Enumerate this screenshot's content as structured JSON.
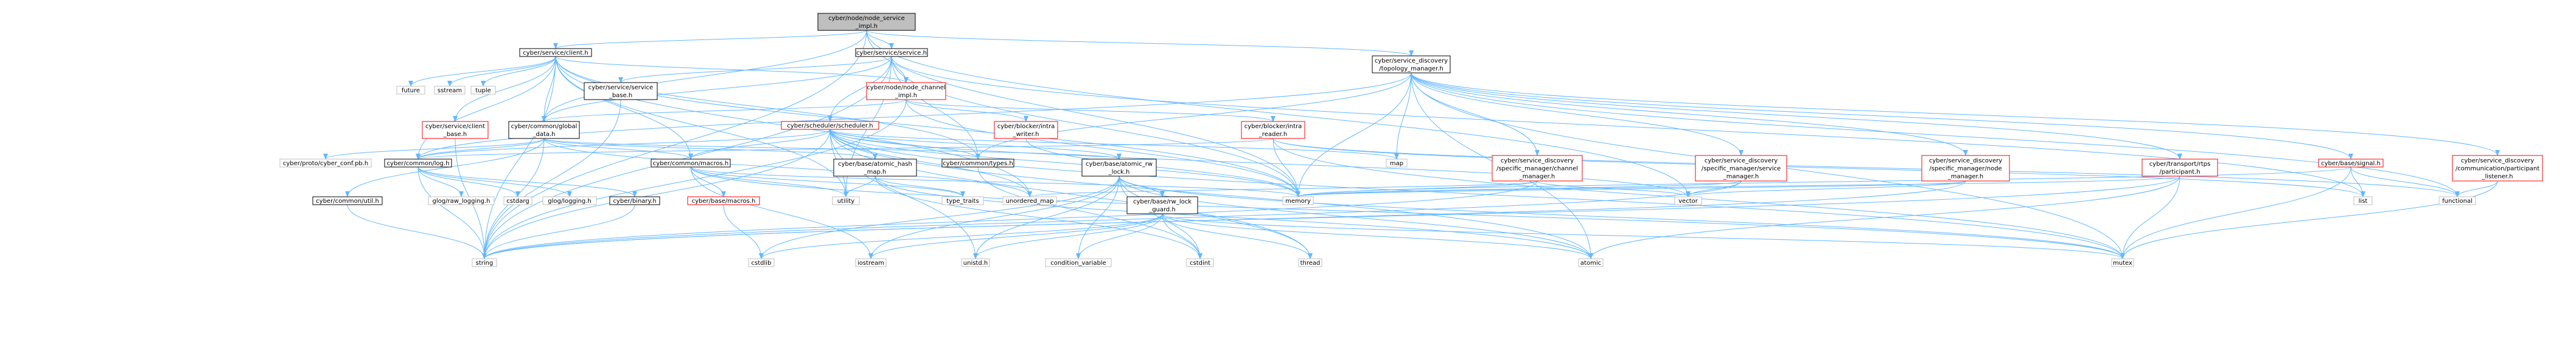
{
  "diagram": {
    "nodes": [
      {
        "id": "root",
        "lines": [
          "cyber/node/node_service",
          "_impl.h"
        ],
        "style": "root"
      },
      {
        "id": "client",
        "lines": [
          "cyber/service/client.h"
        ],
        "style": "normal"
      },
      {
        "id": "service",
        "lines": [
          "cyber/service/service.h"
        ],
        "style": "normal"
      },
      {
        "id": "topology",
        "lines": [
          "cyber/service_discovery",
          "/topology_manager.h"
        ],
        "style": "normal"
      },
      {
        "id": "future",
        "lines": [
          "future"
        ],
        "style": "gray"
      },
      {
        "id": "sstream",
        "lines": [
          "sstream"
        ],
        "style": "gray"
      },
      {
        "id": "tuple",
        "lines": [
          "tuple"
        ],
        "style": "gray"
      },
      {
        "id": "service_base",
        "lines": [
          "cyber/service/service",
          "_base.h"
        ],
        "style": "normal"
      },
      {
        "id": "node_channel",
        "lines": [
          "cyber/node/node_channel",
          "_impl.h"
        ],
        "style": "red"
      },
      {
        "id": "client_base",
        "lines": [
          "cyber/service/client",
          "_base.h"
        ],
        "style": "red"
      },
      {
        "id": "global_data",
        "lines": [
          "cyber/common/global",
          "_data.h"
        ],
        "style": "normal"
      },
      {
        "id": "scheduler",
        "lines": [
          "cyber/scheduler/scheduler.h"
        ],
        "style": "red"
      },
      {
        "id": "intra_writer",
        "lines": [
          "cyber/blocker/intra",
          "_writer.h"
        ],
        "style": "red"
      },
      {
        "id": "intra_reader",
        "lines": [
          "cyber/blocker/intra",
          "_reader.h"
        ],
        "style": "red"
      },
      {
        "id": "proto_conf",
        "lines": [
          "cyber/proto/cyber_conf.pb.h"
        ],
        "style": "gray"
      },
      {
        "id": "log",
        "lines": [
          "cyber/common/log.h"
        ],
        "style": "normal"
      },
      {
        "id": "macros",
        "lines": [
          "cyber/common/macros.h"
        ],
        "style": "normal"
      },
      {
        "id": "atomic_hash",
        "lines": [
          "cyber/base/atomic_hash",
          "_map.h"
        ],
        "style": "normal"
      },
      {
        "id": "atomic_rw",
        "lines": [
          "cyber/base/atomic_rw",
          "_lock.h"
        ],
        "style": "normal"
      },
      {
        "id": "types",
        "lines": [
          "cyber/common/types.h"
        ],
        "style": "normal"
      },
      {
        "id": "map",
        "lines": [
          "map"
        ],
        "style": "gray"
      },
      {
        "id": "ch_manager",
        "lines": [
          "cyber/service_discovery",
          "/specific_manager/channel",
          "_manager.h"
        ],
        "style": "red"
      },
      {
        "id": "svc_manager",
        "lines": [
          "cyber/service_discovery",
          "/specific_manager/service",
          "_manager.h"
        ],
        "style": "red"
      },
      {
        "id": "node_manager",
        "lines": [
          "cyber/service_discovery",
          "/specific_manager/node",
          "_manager.h"
        ],
        "style": "red"
      },
      {
        "id": "participant",
        "lines": [
          "cyber/transport/rtps",
          "/participant.h"
        ],
        "style": "red"
      },
      {
        "id": "signal",
        "lines": [
          "cyber/base/signal.h"
        ],
        "style": "red"
      },
      {
        "id": "part_listener",
        "lines": [
          "cyber/service_discovery",
          "/communication/participant",
          "_listener.h"
        ],
        "style": "red"
      },
      {
        "id": "util",
        "lines": [
          "cyber/common/util.h"
        ],
        "style": "normal"
      },
      {
        "id": "glog_raw",
        "lines": [
          "glog/raw_logging.h"
        ],
        "style": "gray"
      },
      {
        "id": "cstdarg",
        "lines": [
          "cstdarg"
        ],
        "style": "gray"
      },
      {
        "id": "glog_logging",
        "lines": [
          "glog/logging.h"
        ],
        "style": "gray"
      },
      {
        "id": "binary",
        "lines": [
          "cyber/binary.h"
        ],
        "style": "normal"
      },
      {
        "id": "base_macros",
        "lines": [
          "cyber/base/macros.h"
        ],
        "style": "red"
      },
      {
        "id": "utility",
        "lines": [
          "utility"
        ],
        "style": "gray"
      },
      {
        "id": "type_traits",
        "lines": [
          "type_traits"
        ],
        "style": "gray"
      },
      {
        "id": "unordered_map",
        "lines": [
          "unordered_map"
        ],
        "style": "gray"
      },
      {
        "id": "rw_lock_guard",
        "lines": [
          "cyber/base/rw_lock",
          "_guard.h"
        ],
        "style": "normal"
      },
      {
        "id": "memory",
        "lines": [
          "memory"
        ],
        "style": "gray"
      },
      {
        "id": "vector",
        "lines": [
          "vector"
        ],
        "style": "gray"
      },
      {
        "id": "list",
        "lines": [
          "list"
        ],
        "style": "gray"
      },
      {
        "id": "functional",
        "lines": [
          "functional"
        ],
        "style": "gray"
      },
      {
        "id": "string",
        "lines": [
          "string"
        ],
        "style": "gray"
      },
      {
        "id": "cstdlib",
        "lines": [
          "cstdlib"
        ],
        "style": "gray"
      },
      {
        "id": "iostream",
        "lines": [
          "iostream"
        ],
        "style": "gray"
      },
      {
        "id": "unistd",
        "lines": [
          "unistd.h"
        ],
        "style": "gray"
      },
      {
        "id": "condvar",
        "lines": [
          "condition_variable"
        ],
        "style": "gray"
      },
      {
        "id": "cstdint",
        "lines": [
          "cstdint"
        ],
        "style": "gray"
      },
      {
        "id": "thread",
        "lines": [
          "thread"
        ],
        "style": "gray"
      },
      {
        "id": "atomic",
        "lines": [
          "atomic"
        ],
        "style": "gray"
      },
      {
        "id": "mutex",
        "lines": [
          "mutex"
        ],
        "style": "gray"
      }
    ],
    "edges": [
      [
        "root",
        "client"
      ],
      [
        "root",
        "service"
      ],
      [
        "root",
        "topology"
      ],
      [
        "root",
        "string"
      ],
      [
        "root",
        "memory"
      ],
      [
        "root",
        "vector"
      ],
      [
        "root",
        "global_data"
      ],
      [
        "client",
        "future"
      ],
      [
        "client",
        "sstream"
      ],
      [
        "client",
        "tuple"
      ],
      [
        "client",
        "client_base"
      ],
      [
        "client",
        "node_channel"
      ],
      [
        "client",
        "global_data"
      ],
      [
        "client",
        "log"
      ],
      [
        "client",
        "types"
      ],
      [
        "client",
        "utility"
      ],
      [
        "client",
        "string"
      ],
      [
        "client",
        "memory"
      ],
      [
        "client",
        "unordered_map"
      ],
      [
        "client",
        "macros"
      ],
      [
        "service",
        "service_base"
      ],
      [
        "service",
        "node_channel"
      ],
      [
        "service",
        "scheduler"
      ],
      [
        "service",
        "types"
      ],
      [
        "service",
        "list"
      ],
      [
        "service",
        "string"
      ],
      [
        "service",
        "memory"
      ],
      [
        "service",
        "utility"
      ],
      [
        "service",
        "global_data"
      ],
      [
        "service_base",
        "string"
      ],
      [
        "node_channel",
        "intra_writer"
      ],
      [
        "node_channel",
        "intra_reader"
      ],
      [
        "node_channel",
        "global_data"
      ],
      [
        "node_channel",
        "memory"
      ],
      [
        "node_channel",
        "string"
      ],
      [
        "client_base",
        "string"
      ],
      [
        "global_data",
        "proto_conf"
      ],
      [
        "global_data",
        "log"
      ],
      [
        "global_data",
        "macros"
      ],
      [
        "global_data",
        "util"
      ],
      [
        "global_data",
        "string"
      ],
      [
        "global_data",
        "unordered_map"
      ],
      [
        "global_data",
        "atomic_hash"
      ],
      [
        "global_data",
        "atomic_rw"
      ],
      [
        "scheduler",
        "log"
      ],
      [
        "scheduler",
        "macros"
      ],
      [
        "scheduler",
        "atomic_hash"
      ],
      [
        "scheduler",
        "atomic_rw"
      ],
      [
        "scheduler",
        "types"
      ],
      [
        "scheduler",
        "map"
      ],
      [
        "scheduler",
        "string"
      ],
      [
        "scheduler",
        "unistd"
      ],
      [
        "scheduler",
        "memory"
      ],
      [
        "scheduler",
        "mutex"
      ],
      [
        "scheduler",
        "thread"
      ],
      [
        "scheduler",
        "vector"
      ],
      [
        "scheduler",
        "atomic"
      ],
      [
        "scheduler",
        "unordered_map"
      ],
      [
        "scheduler",
        "utility"
      ],
      [
        "intra_writer",
        "memory"
      ],
      [
        "intra_reader",
        "memory"
      ],
      [
        "intra_reader",
        "functional"
      ],
      [
        "intra_reader",
        "list"
      ],
      [
        "intra_reader",
        "mutex"
      ],
      [
        "intra_reader",
        "log"
      ],
      [
        "topology",
        "ch_manager"
      ],
      [
        "topology",
        "svc_manager"
      ],
      [
        "topology",
        "node_manager"
      ],
      [
        "topology",
        "participant"
      ],
      [
        "topology",
        "signal"
      ],
      [
        "topology",
        "part_listener"
      ],
      [
        "topology",
        "map"
      ],
      [
        "topology",
        "memory"
      ],
      [
        "topology",
        "atomic"
      ],
      [
        "topology",
        "mutex"
      ],
      [
        "topology",
        "functional"
      ],
      [
        "topology",
        "types"
      ],
      [
        "topology",
        "log"
      ],
      [
        "ch_manager",
        "memory"
      ],
      [
        "ch_manager",
        "vector"
      ],
      [
        "ch_manager",
        "string"
      ],
      [
        "ch_manager",
        "unordered_map"
      ],
      [
        "svc_manager",
        "memory"
      ],
      [
        "svc_manager",
        "vector"
      ],
      [
        "svc_manager",
        "string"
      ],
      [
        "node_manager",
        "memory"
      ],
      [
        "node_manager",
        "vector"
      ],
      [
        "node_manager",
        "string"
      ],
      [
        "participant",
        "memory"
      ],
      [
        "participant",
        "mutex"
      ],
      [
        "participant",
        "atomic"
      ],
      [
        "participant",
        "string"
      ],
      [
        "signal",
        "list"
      ],
      [
        "signal",
        "memory"
      ],
      [
        "signal",
        "functional"
      ],
      [
        "signal",
        "mutex"
      ],
      [
        "part_listener",
        "functional"
      ],
      [
        "part_listener",
        "mutex"
      ],
      [
        "log",
        "glog_raw"
      ],
      [
        "log",
        "cstdarg"
      ],
      [
        "log",
        "glog_logging"
      ],
      [
        "log",
        "binary"
      ],
      [
        "log",
        "string"
      ],
      [
        "macros",
        "base_macros"
      ],
      [
        "macros",
        "iostream"
      ],
      [
        "macros",
        "memory"
      ],
      [
        "macros",
        "mutex"
      ],
      [
        "macros",
        "type_traits"
      ],
      [
        "macros",
        "utility"
      ],
      [
        "base_macros",
        "cstdlib"
      ],
      [
        "binary",
        "string"
      ],
      [
        "util",
        "string"
      ],
      [
        "atomic_hash",
        "cstdint"
      ],
      [
        "atomic_hash",
        "type_traits"
      ],
      [
        "atomic_hash",
        "utility"
      ],
      [
        "atomic_hash",
        "atomic"
      ],
      [
        "atomic_rw",
        "rw_lock_guard"
      ],
      [
        "atomic_rw",
        "cstdlib"
      ],
      [
        "atomic_rw",
        "iostream"
      ],
      [
        "atomic_rw",
        "unistd"
      ],
      [
        "atomic_rw",
        "condvar"
      ],
      [
        "atomic_rw",
        "cstdint"
      ],
      [
        "atomic_rw",
        "thread"
      ],
      [
        "atomic_rw",
        "atomic"
      ],
      [
        "atomic_rw",
        "mutex"
      ],
      [
        "rw_lock_guard",
        "unistd"
      ],
      [
        "rw_lock_guard",
        "atomic"
      ],
      [
        "rw_lock_guard",
        "condvar"
      ],
      [
        "rw_lock_guard",
        "cstdint"
      ],
      [
        "rw_lock_guard",
        "cstdlib"
      ],
      [
        "rw_lock_guard",
        "iostream"
      ],
      [
        "rw_lock_guard",
        "thread"
      ],
      [
        "rw_lock_guard",
        "mutex"
      ],
      [
        "types",
        "cstdint"
      ]
    ]
  }
}
